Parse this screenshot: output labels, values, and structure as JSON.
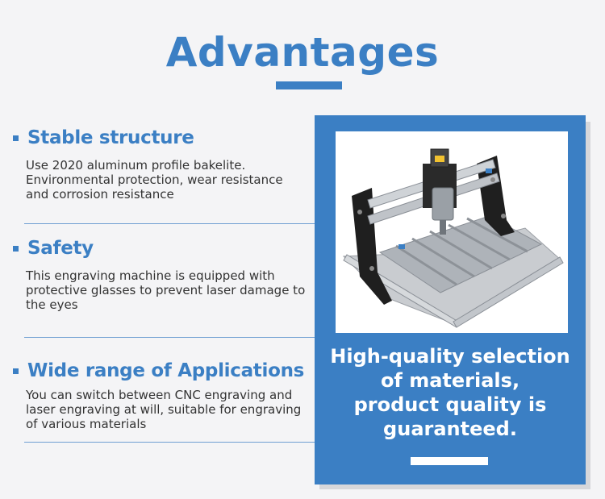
{
  "header": {
    "title": "Advantages"
  },
  "features": [
    {
      "title": "Stable structure",
      "description": [
        "Use 2020 aluminum profile bakelite.",
        "Environmental protection, wear resistance",
        "and corrosion resistance"
      ]
    },
    {
      "title": "Safety",
      "description": [
        "This engraving machine is equipped with",
        "protective glasses to prevent laser damage to",
        "the eyes"
      ]
    },
    {
      "title": "Wide range of Applications",
      "description": [
        "You can switch between CNC engraving and",
        "laser engraving at will, suitable for engraving",
        "of various materials"
      ]
    }
  ],
  "panel": {
    "image_icon": "cnc-engraving-machine-image",
    "caption": [
      "High-quality selection",
      "of materials,",
      "product quality is",
      "guaranteed."
    ]
  },
  "colors": {
    "accent": "#3b7fc4",
    "background": "#f4f4f6",
    "text": "#333333"
  }
}
